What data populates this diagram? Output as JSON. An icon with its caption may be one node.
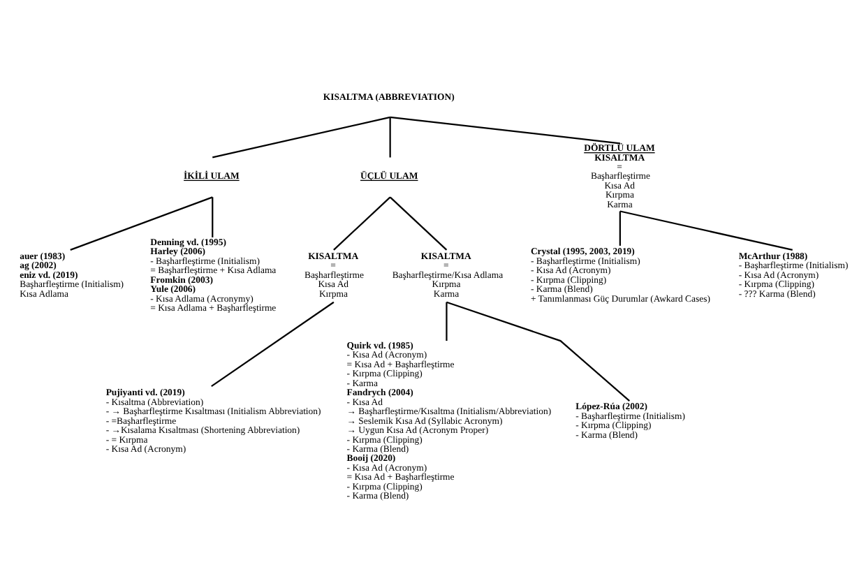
{
  "diagram": {
    "nodes": [
      {
        "text": [
          "KISALTMA (ABBREVIATION)"
        ]
      },
      {
        "text": [
          "İKİLİ ULAM"
        ]
      },
      {
        "text": [
          "ÜÇLÜ ULAM"
        ]
      },
      {
        "text": [
          "DÖRTLÜ ULAM",
          "KISALTMA",
          "=",
          "Başharfleştirme",
          "Kısa Ad",
          "Kırpma",
          "Karma"
        ]
      },
      {
        "text": [
          "auer (1983)",
          "ag (2002)",
          "eniz vd. (2019)",
          "Başharfleştirme (Initialism)",
          "Kısa Adlama"
        ]
      },
      {
        "text": [
          "Denning vd. (1995)",
          "Harley (2006)",
          "- Başharfleştirme (Initialism)",
          "= Başharfleştirme + Kısa Adlama",
          "Fromkin (2003)",
          "Yule (2006)",
          "- Kısa Adlama (Acronymy)",
          "= Kısa Adlama + Başharfleştirme"
        ]
      },
      {
        "text": [
          "KISALTMA",
          "=",
          "Başharfleştirme",
          "Kısa Ad",
          "Kırpma"
        ]
      },
      {
        "text": [
          "KISALTMA",
          "=",
          "Başharfleştirme/Kısa Adlama",
          "Kırpma",
          "Karma"
        ]
      },
      {
        "text": [
          "Pujiyanti vd. (2019)",
          "- Kısaltma (Abbreviation)",
          "- → Başharfleştirme Kısaltması (Initialism Abbreviation)",
          "- =Başharfleştirme",
          "- →Kısalama Kısaltması (Shortening Abbreviation)",
          "- = Kırpma",
          "- Kısa Ad (Acronym)"
        ]
      },
      {
        "text": [
          "Quirk vd. (1985)",
          "- Kısa Ad (Acronym)",
          "= Kısa Ad + Başharfleştirme",
          "- Kırpma (Clipping)",
          "- Karma",
          "Fandrych (2004)",
          "- Kısa Ad",
          "→ Başharfleştirme/Kısaltma (Initialism/Abbreviation)",
          "→ Seslemik Kısa Ad (Syllabic Acronym)",
          "→ Uygun Kısa Ad (Acronym Proper)",
          "- Kırpma (Clipping)",
          "- Karma (Blend)",
          "Booij (2020)",
          "- Kısa Ad (Acronym)",
          "= Kısa Ad + Başharfleştirme",
          "- Kırpma (Clipping)",
          "- Karma (Blend)"
        ]
      },
      {
        "text": [
          "López-Rúa (2002)",
          "- Başharfleştirme (Initialism)",
          "- Kırpma (Clipping)",
          "- Karma (Blend)"
        ]
      },
      {
        "text": [
          "Crystal (1995, 2003, 2019)",
          "- Başharfleştirme (Initialism)",
          "- Kısa Ad (Acronym)",
          "- Kırpma (Clipping)",
          "- Karma (Blend)",
          "+ Tanımlanması Güç Durumlar (Awkard Cases)"
        ]
      },
      {
        "text": [
          "McArthur (1988)",
          "- Başharfleştirme (Initialism)",
          "- Kısa Ad (Acronym)",
          "- Kırpma (Clipping)",
          "- ??? Karma (Blend)"
        ]
      }
    ],
    "edges": [
      {
        "from": 0,
        "to": 1,
        "arrow": "none"
      },
      {
        "from": 0,
        "to": 2,
        "arrow": "none"
      },
      {
        "from": 0,
        "to": 3,
        "arrow": "none"
      },
      {
        "from": 1,
        "to": 4,
        "arrow": "none"
      },
      {
        "from": 1,
        "to": 5,
        "arrow": "none"
      },
      {
        "from": 2,
        "to": 6,
        "arrow": "none"
      },
      {
        "from": 2,
        "to": 7,
        "arrow": "none"
      },
      {
        "from": 6,
        "to": 8,
        "arrow": "none"
      },
      {
        "from": 7,
        "to": 9,
        "arrow": "none"
      },
      {
        "from": 7,
        "to": 10,
        "arrow": "none"
      },
      {
        "from": 3,
        "to": 11,
        "arrow": "none"
      },
      {
        "from": 3,
        "to": 12,
        "arrow": "none"
      }
    ]
  }
}
